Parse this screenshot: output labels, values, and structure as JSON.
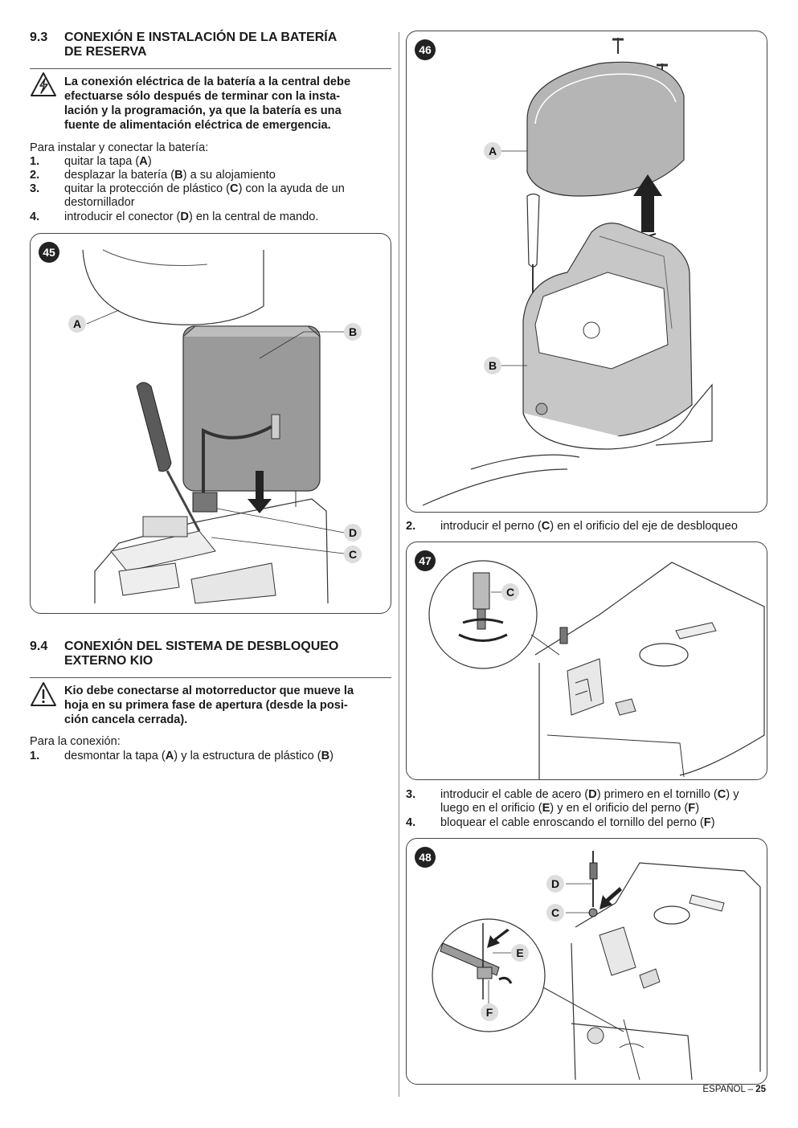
{
  "section_93": {
    "number": "9.3",
    "title_line1": "CONEXIÓN E INSTALACIÓN DE LA BATERÍA",
    "title_line2": "DE RESERVA",
    "warning_lines": [
      "La conexión eléctrica de la batería a la central debe",
      "efectuarse sólo después de terminar con la insta-",
      "lación y la programación, ya que la batería es una",
      "fuente de alimentación eléctrica de emergencia."
    ],
    "intro": "Para instalar y conectar la batería:",
    "steps": [
      {
        "num": "1.",
        "pre": "quitar la tapa (",
        "key": "A",
        "post": ")"
      },
      {
        "num": "2.",
        "pre": "desplazar la batería (",
        "key": "B",
        "post": ") a su alojamiento"
      },
      {
        "num": "3.",
        "pre": "quitar la protección de plástico (",
        "key": "C",
        "post": ") con la ayuda de un",
        "line2": "destornillador"
      },
      {
        "num": "4.",
        "pre": "introducir el conector (",
        "key": "D",
        "post": ") en la central de mando."
      }
    ]
  },
  "figure_45": {
    "badge": "45",
    "labels": [
      "A",
      "B",
      "D",
      "C"
    ]
  },
  "section_94": {
    "number": "9.4",
    "title_line1": "CONEXIÓN DEL SISTEMA DE DESBLOQUEO",
    "title_line2": "EXTERNO KIO",
    "warning_lines": [
      "Kio debe conectarse al motorreductor que mueve la",
      "hoja en su primera fase de apertura (desde la posi-",
      "ción cancela cerrada)."
    ],
    "intro": "Para la conexión:",
    "steps": [
      {
        "num": "1.",
        "pre": "desmontar la tapa (",
        "key": "A",
        "post": ") y la estructura de plástico (",
        "key2": "B",
        "post2": ")"
      }
    ]
  },
  "figure_46": {
    "badge": "46",
    "labels": [
      "A",
      "B"
    ]
  },
  "step_2": {
    "num": "2.",
    "pre": "introducir el perno (",
    "key": "C",
    "post": ") en el orificio del eje de desbloqueo"
  },
  "figure_47": {
    "badge": "47",
    "labels": [
      "C"
    ]
  },
  "steps_34": [
    {
      "num": "3.",
      "l1_pre": "introducir el cable de acero (",
      "k1": "D",
      "l1_mid": ") primero en el tornillo (",
      "k2": "C",
      "l1_post": ") y",
      "l2_pre": "luego en el orificio (",
      "k3": "E",
      "l2_mid": ") y en el orificio del perno (",
      "k4": "F",
      "l2_post": ")"
    },
    {
      "num": "4.",
      "pre": "bloquear el cable enroscando el tornillo del perno (",
      "key": "F",
      "post": ")"
    }
  ],
  "figure_48": {
    "badge": "48",
    "labels": [
      "D",
      "C",
      "E",
      "F"
    ]
  },
  "footer": {
    "language": "ESPAÑOL –",
    "page": "25"
  }
}
